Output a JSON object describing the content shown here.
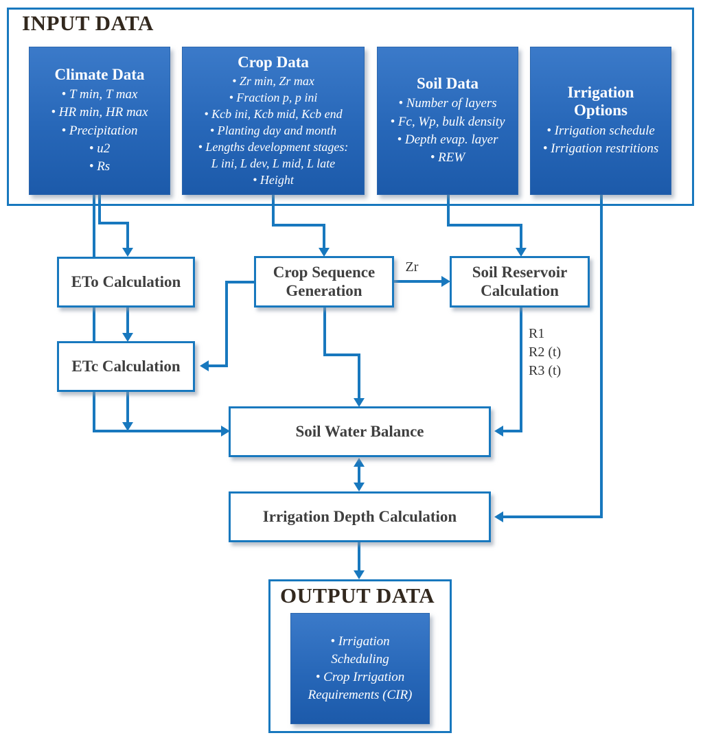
{
  "colors": {
    "line_blue": "#1878BE",
    "box_blue_top": "#3B7AC9",
    "box_blue_bottom": "#1C5AAA",
    "heading_dark": "#32281E",
    "process_text": "#3F3F3F"
  },
  "input_section": {
    "title": "INPUT DATA",
    "boxes": [
      {
        "title": "Climate Data",
        "lines": [
          "• T min, T max",
          "• HR min, HR max",
          "• Precipitation",
          "• u2",
          "• Rs"
        ]
      },
      {
        "title": "Crop Data",
        "lines": [
          "• Zr min, Zr max",
          "• Fraction p, p ini",
          "• Kcb ini, Kcb mid, Kcb end",
          "• Planting day and month",
          "• Lengths development stages:",
          "L ini, L dev, L mid, L late",
          "• Height"
        ]
      },
      {
        "title": "Soil Data",
        "lines": [
          "• Number of layers",
          "• Fc, Wp, bulk density",
          "• Depth evap. layer",
          "• REW"
        ]
      },
      {
        "title": "Irrigation Options",
        "lines": [
          "• Irrigation schedule",
          "• Irrigation restritions"
        ]
      }
    ]
  },
  "process": {
    "eto": "ETo Calculation",
    "etc": "ETc Calculation",
    "crop_sequence": "Crop Sequence Generation",
    "soil_reservoir": "Soil Reservoir Calculation",
    "soil_water_balance": "Soil Water Balance",
    "irrigation_depth": "Irrigation Depth Calculation"
  },
  "edge_labels": {
    "zr": "Zr",
    "reservoir_outputs": [
      "R1",
      "R2 (t)",
      "R3 (t)"
    ]
  },
  "output_section": {
    "title": "OUTPUT DATA",
    "box": {
      "lines": [
        "• Irrigation Scheduling",
        "• Crop Irrigation Requirements (CIR)"
      ]
    }
  }
}
